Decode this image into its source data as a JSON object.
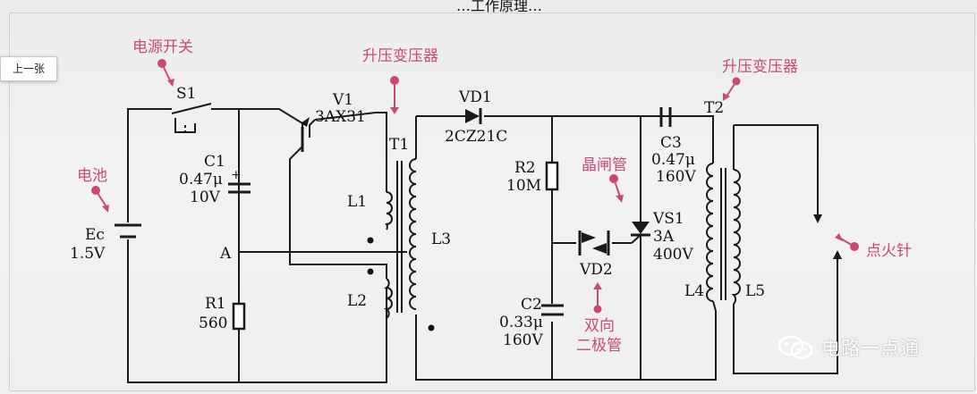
{
  "header_fragment": "…工作原理…",
  "nav": {
    "prev_label": "上一张"
  },
  "annotations": {
    "power_switch": "电源开关",
    "step_up_1": "升压变压器",
    "step_up_2": "升压变压器",
    "battery": "电池",
    "thyristor": "晶闸管",
    "bidirectional_line1": "双向",
    "bidirectional_line2": "二极管",
    "ignition_pin": "点火针"
  },
  "components": {
    "s1": "S1",
    "v1_name": "V1",
    "v1_part": "3AX31",
    "t1": "T1",
    "c1_name": "C1",
    "c1_val": "0.47μ",
    "c1_volt": "10V",
    "plus": "+",
    "l1": "L1",
    "l2": "L2",
    "l3": "L3",
    "ec_name": "Ec",
    "ec_val": "1.5V",
    "node_a": "A",
    "r1_name": "R1",
    "r1_val": "560",
    "vd1_name": "VD1",
    "vd1_part": "2CZ21C",
    "r2_name": "R2",
    "r2_val": "10M",
    "c2_name": "C2",
    "c2_val": "0.33μ",
    "c2_volt": "160V",
    "vd2": "VD2",
    "vs1_name": "VS1",
    "vs1_cur": "3A",
    "vs1_volt": "400V",
    "c3_name": "C3",
    "c3_val": "0.47μ",
    "c3_volt": "160V",
    "t2": "T2",
    "l4": "L4",
    "l5": "L5"
  },
  "watermark": {
    "text": "电路一点通",
    "icon": "wechat-icon"
  },
  "colors": {
    "annotation": "#c94a6e",
    "ink": "#111111",
    "paper": "#efeff1"
  }
}
